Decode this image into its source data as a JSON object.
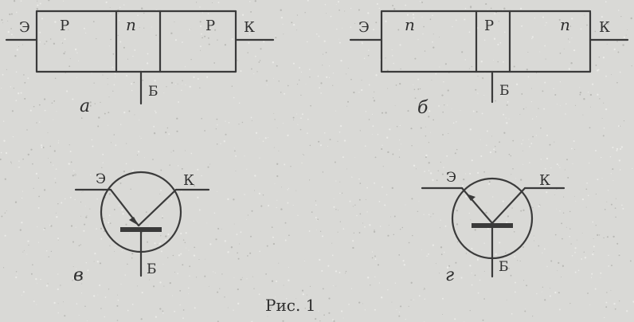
{
  "colors": {
    "paper": "#d9d9d6",
    "ink": "#3a3a3a"
  },
  "diagram_a": {
    "regions": [
      "P",
      "n",
      "P"
    ],
    "emitter": "Э",
    "collector": "К",
    "base": "Б",
    "caption": "а"
  },
  "diagram_b": {
    "regions": [
      "n",
      "P",
      "n"
    ],
    "emitter": "Э",
    "collector": "К",
    "base": "Б",
    "caption": "б"
  },
  "symbol_v": {
    "emitter": "Э",
    "collector": "К",
    "base": "Б",
    "caption": "в"
  },
  "symbol_g": {
    "emitter": "Э",
    "collector": "К",
    "base": "Б",
    "caption": "г"
  },
  "figure_caption": "Рис. 1"
}
